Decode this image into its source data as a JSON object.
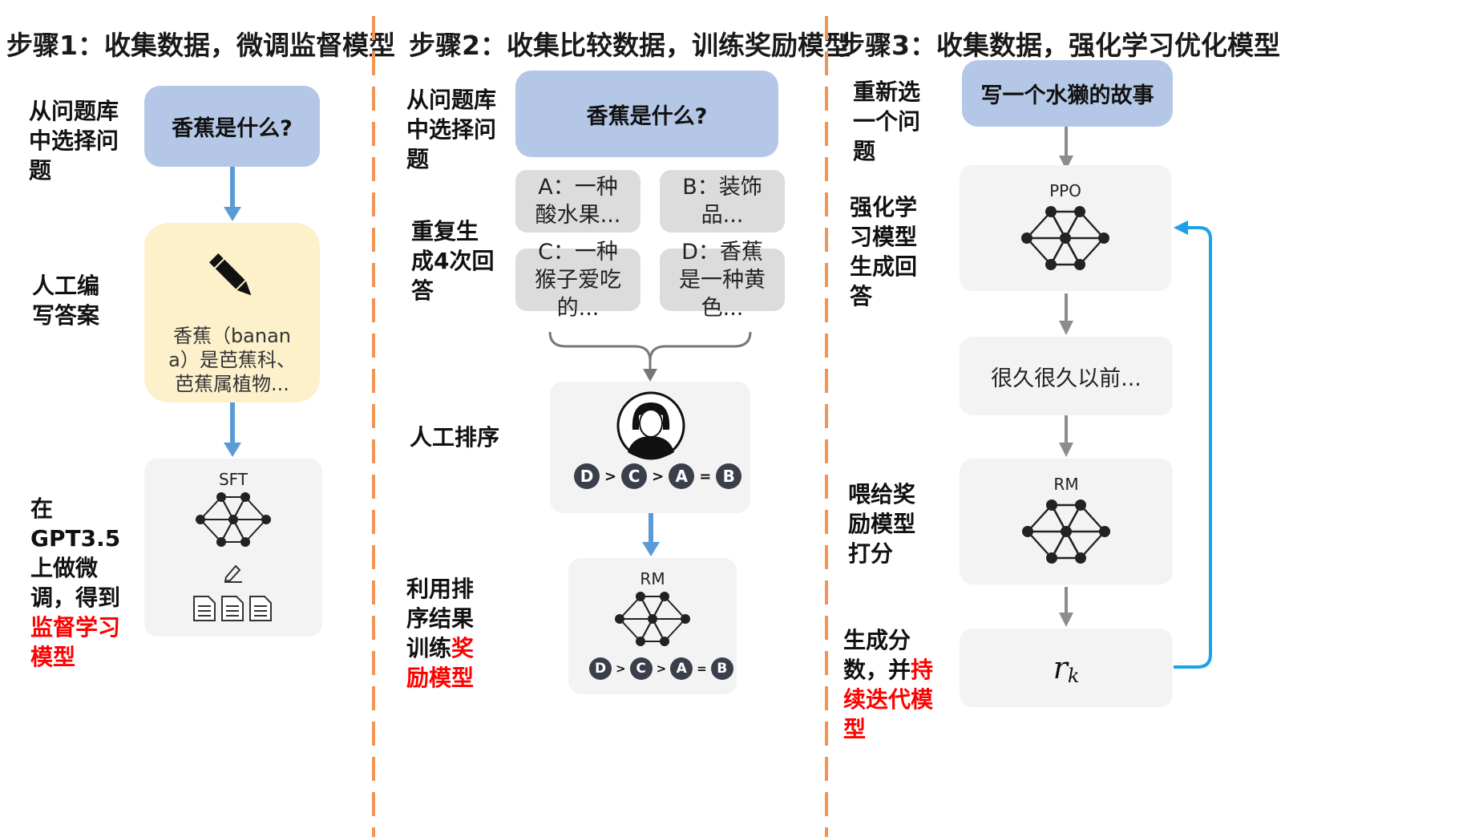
{
  "step1": {
    "title": "步骤1：收集数据，微调监督模型",
    "label_pick": "从问题库中选择问题",
    "question": "香蕉是什么?",
    "label_write": "人工编写答案",
    "answer_text": "香蕉（banana）是芭蕉科、芭蕉属植物...",
    "label_finetune_plain": "在GPT3.5上做微调，得到",
    "label_finetune_red": "监督学习模型",
    "model_name": "SFT"
  },
  "step2": {
    "title": "步骤2：收集比较数据，训练奖励模型",
    "label_pick": "从问题库中选择问题",
    "question": "香蕉是什么?",
    "label_generate": "重复生成4次回答",
    "answers": [
      "A：一种酸水果...",
      "B：装饰品...",
      "C：一种猴子爱吃的...",
      "D：香蕉是一种黄色..."
    ],
    "label_rank": "人工排序",
    "ranking": [
      "D",
      ">",
      "C",
      ">",
      "A",
      "=",
      "B"
    ],
    "label_train_plain": "利用排序结果训练",
    "label_train_red": "奖励模型",
    "model_name": "RM"
  },
  "step3": {
    "title": "步骤3：收集数据，强化学习优化模型",
    "label_pick": "重新选一个问题",
    "question": "写一个水獭的故事",
    "label_rl": "强化学习模型生成回答",
    "ppo_name": "PPO",
    "output_text": "很久很久以前...",
    "label_score": "喂给奖励模型打分",
    "rm_name": "RM",
    "label_iterate_plain": "生成分数，并",
    "label_iterate_red": "持续迭代模型",
    "reward_symbol": "r",
    "reward_subscript": "k"
  },
  "colors": {
    "question_box": "#b5c7e6",
    "answer_box": "#fdf1cc",
    "arrow_blue": "#5b9bd5",
    "arrow_gray": "#8c8c8c",
    "loop_arrow": "#1aa3e8",
    "divider": "#f29455",
    "highlight_red": "#ff0000"
  },
  "icons": [
    "pencil-icon",
    "neural-network-icon",
    "edit-icon",
    "document-icon",
    "person-avatar-icon"
  ]
}
